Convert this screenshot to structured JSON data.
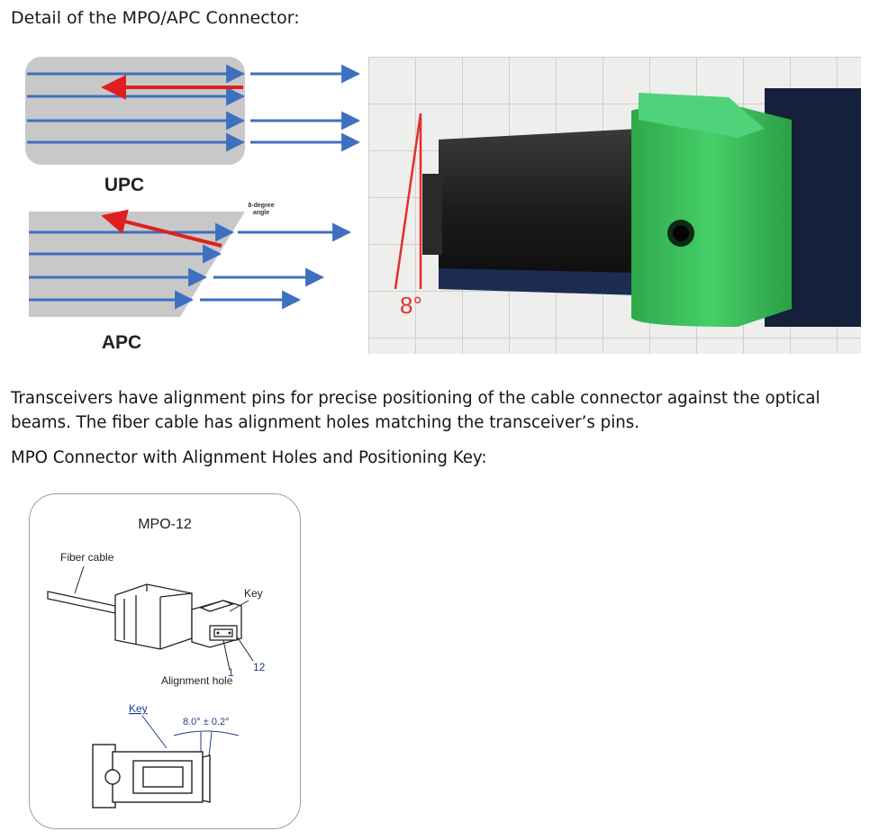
{
  "doc": {
    "heading_connector_detail": "Detail of the MPO/APC Connector:",
    "paragraph_alignment": "Transceivers have alignment pins for precise positioning of the cable connector against the optical beams. The fiber cable has alignment holes matching the transceiver’s pins.",
    "heading_alignment_key": "MPO Connector with Alignment Holes and Positioning Key:"
  },
  "upc_apc_figure": {
    "upc_label": "UPC",
    "apc_label": "APC",
    "angle_label_line1": "8-degree",
    "angle_label_line2": "angle",
    "colors": {
      "ferrule_gray": "#c8c8c8",
      "fiber_blue": "#3f6fbf",
      "reflection_red": "#e02020"
    }
  },
  "photo": {
    "angle_label": "8°",
    "colors": {
      "connector_green": "#3fc460",
      "angle_line_red": "#e03030"
    }
  },
  "mpo_diagram": {
    "title": "MPO-12",
    "fiber_cable_label": "Fiber cable",
    "key_label": "Key",
    "alignment_hole_label": "Alignment hole",
    "fiber_pos_1": "1",
    "fiber_pos_12": "12",
    "key_label_bottom": "Key",
    "angle_tolerance": "8.0° ± 0.2°"
  }
}
